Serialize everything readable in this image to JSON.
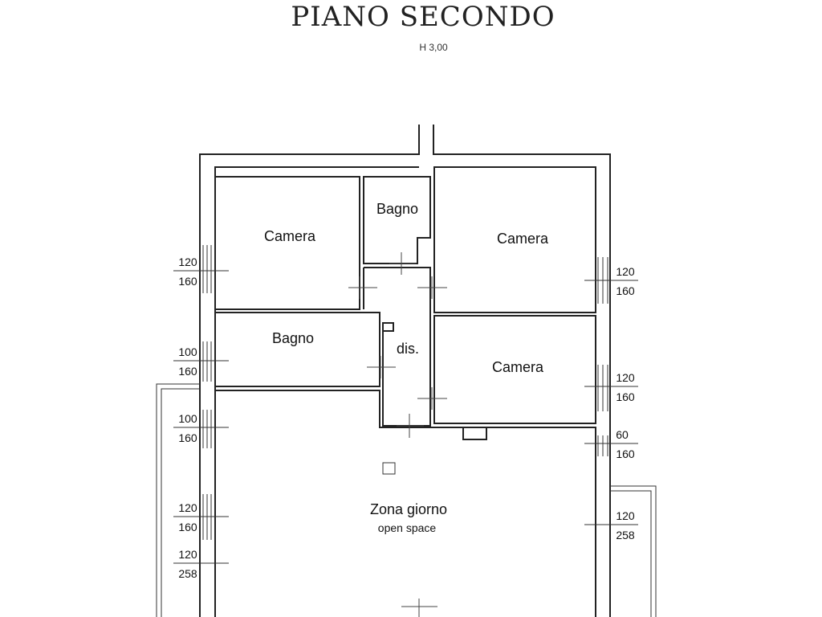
{
  "title": "PIANO SECONDO",
  "subtitle": "H 3,00",
  "rooms": {
    "camera_top_left": "Camera",
    "bagno_top": "Bagno",
    "camera_top_right": "Camera",
    "bagno_left": "Bagno",
    "dis": "dis.",
    "camera_mid_right": "Camera",
    "zona_giorno": "Zona giorno",
    "zona_giorno_sub": "open space"
  },
  "windows_left": [
    {
      "w": "120",
      "h": "160"
    },
    {
      "w": "100",
      "h": "160"
    },
    {
      "w": "100",
      "h": "160"
    },
    {
      "w": "120",
      "h": "160"
    },
    {
      "w": "120",
      "h": "258"
    }
  ],
  "windows_right": [
    {
      "w": "120",
      "h": "160"
    },
    {
      "w": "120",
      "h": "160"
    },
    {
      "w": "60",
      "h": "160"
    },
    {
      "w": "120",
      "h": "258"
    }
  ]
}
